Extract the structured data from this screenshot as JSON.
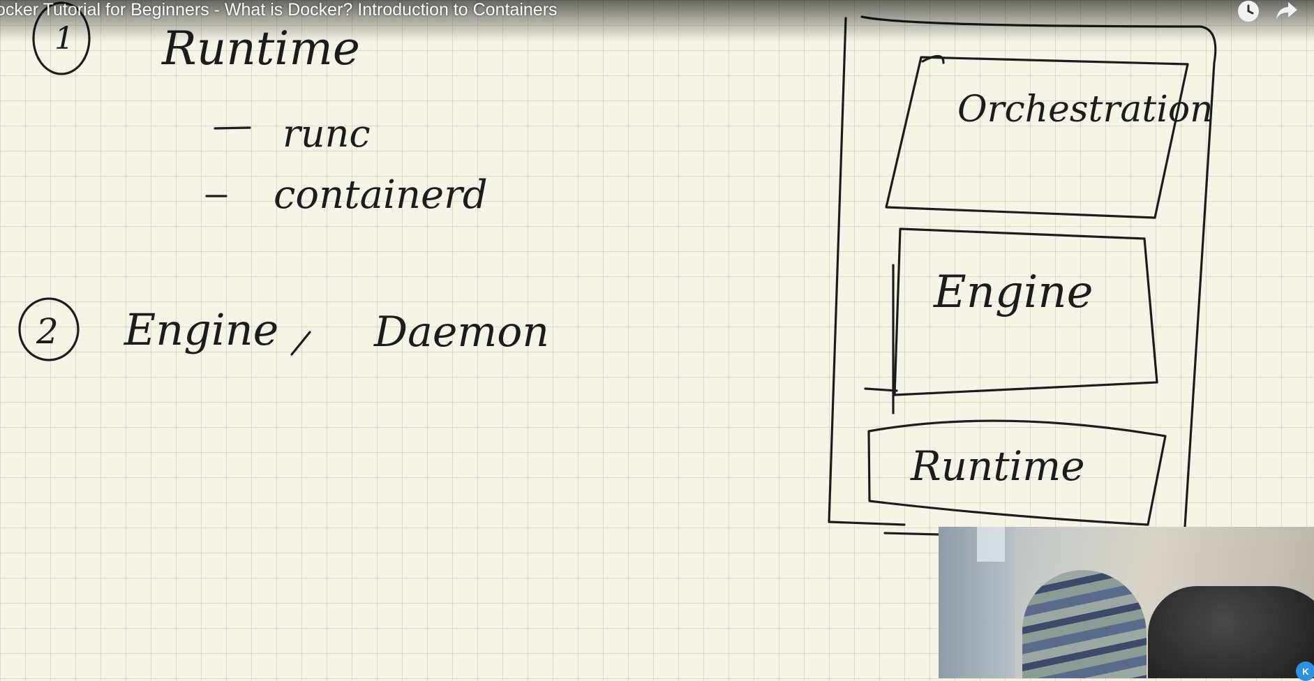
{
  "video": {
    "title": "ocker Tutorial for Beginners - What is Docker? Introduction to Containers"
  },
  "icons": {
    "watch_later": "clock-icon",
    "share": "share-arrow-icon",
    "channel": "channel-logo-icon"
  },
  "whiteboard": {
    "item1_number": "1",
    "item1_label": "Runtime",
    "item1_sub1": "runc",
    "item1_sub2": "containerd",
    "item2_number": "2",
    "item2_label_a": "Engine",
    "item2_label_b": "Daemon",
    "stack_top": "Orchestration",
    "stack_middle": "Engine",
    "stack_bottom": "Runtime"
  },
  "colors": {
    "paper": "#f5f4e6",
    "ink": "#1c1c1c",
    "badge": "#2f8fe0"
  }
}
